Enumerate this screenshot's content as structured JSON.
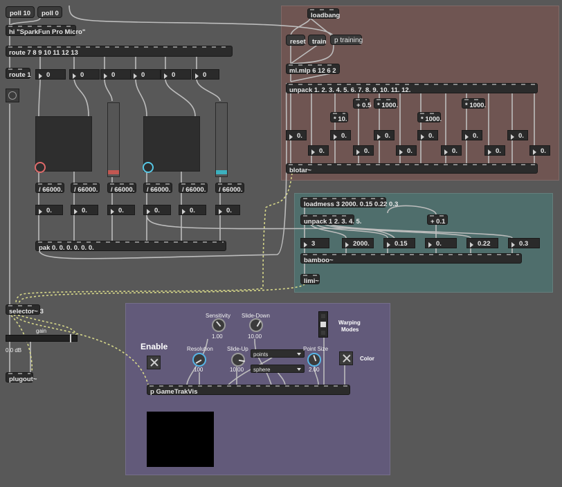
{
  "top": {
    "poll10": "poll 10",
    "poll0": "poll 0",
    "hi": "hi \"SparkFun Pro Micro\"",
    "route": "route 7 8 9 10 11 12 13",
    "route1": "route 1"
  },
  "numbers_top": [
    "0",
    "0",
    "0",
    "0",
    "0",
    "0"
  ],
  "dividers": [
    "/ 66000.",
    "/ 66000.",
    "/ 66000.",
    "/ 66000.",
    "/ 66000.",
    "/ 66000."
  ],
  "numbers_mid": [
    "0.",
    "0.",
    "0.",
    "0.",
    "0.",
    "0."
  ],
  "pak": "pak 0. 0. 0. 0. 0. 0.",
  "selector": "selector~ 3",
  "gain_label": "gain",
  "gain_value": "0.0 dB",
  "plugout": "plugout~",
  "red_panel": {
    "loadbang": "loadbang",
    "reset": "reset",
    "train": "train",
    "ptraining": "p training",
    "mlp": "ml.mlp 6 12 6 2",
    "unpack": "unpack 1. 2. 3. 4. 5. 6. 7. 8. 9. 10. 11. 12.",
    "plus05": "+ 0.5",
    "mul1000a": "* 1000.",
    "mul10": "* 10.",
    "mul1000b": "* 1000.",
    "mul1000c": "* 1000.",
    "nums_upper": [
      "0.",
      "0.",
      "0.",
      "0.",
      "0.",
      "0."
    ],
    "nums_lower": [
      "0.",
      "0.",
      "0.",
      "0.",
      "0.",
      "0."
    ],
    "blotar": "blotar~"
  },
  "teal_panel": {
    "loadmess": "loadmess 3 2000. 0.15 0.22 0.3",
    "unpack": "unpack 1 2. 3. 4. 5.",
    "plus01": "+ 0.1",
    "nums": [
      "3",
      "2000.",
      "0.15",
      "0.",
      "0.22",
      "0.3"
    ],
    "bamboo": "bamboo~",
    "limi": "limi~"
  },
  "purple_panel": {
    "enable": "Enable",
    "sensitivity_label": "Sensitivity",
    "sensitivity_value": "1.00",
    "slidedown_label": "Slide-Down",
    "slidedown_value": "10.00",
    "resolution_label": "Resolution",
    "resolution_value": "100",
    "slideup_label": "Slide-Up",
    "slideup_value": "10.00",
    "pointsize_label": "Point Size",
    "pointsize_value": "2.00",
    "mode1": "points",
    "mode2": "sphere",
    "warping": "Warping",
    "modes": "Modes",
    "color": "Color",
    "pgametrak": "p GameTrakVis"
  },
  "colors": {
    "red_panel": "#6f5552",
    "teal_panel": "#4f6e6c",
    "purple_panel": "#625a7a",
    "bg": "#585858",
    "red_dot": "#e06a6a",
    "cyan_dot": "#56c8e6",
    "red_slider": "#c25751",
    "cyan_slider": "#3cb0be",
    "cable_yellow": "#d8d98a"
  }
}
